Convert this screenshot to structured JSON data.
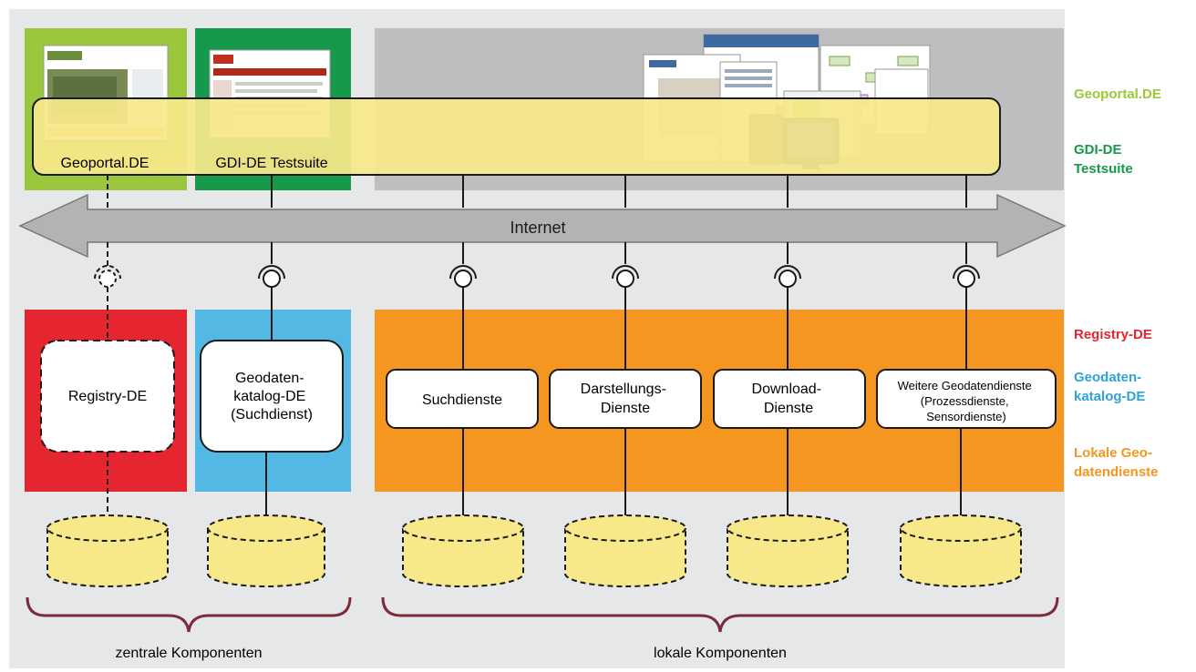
{
  "colors": {
    "panel_bg": "#e6e7e8",
    "portal_green": "#9bc73c",
    "testsuite_green": "#16994a",
    "registry_red": "#e52530",
    "catalog_blue": "#53b8e4",
    "local_orange": "#f4961f",
    "bar_yellow": "#f7e88a",
    "db_yellow": "#f7e88a",
    "brace_color": "#7b2b3c",
    "internet_gray": "#bbbbbb"
  },
  "clients": {
    "geoportal_label": "Geoportal.DE",
    "testsuite_label": "GDI-DE Testsuite"
  },
  "internet": {
    "label": "Internet"
  },
  "central": {
    "registry_label": "Registry-DE",
    "catalog_label": [
      "Geodaten-",
      "katalog-DE",
      "(Suchdienst)"
    ]
  },
  "local_services": [
    {
      "lines": [
        "Suchdienste"
      ]
    },
    {
      "lines": [
        "Darstellungs-",
        "Dienste"
      ]
    },
    {
      "lines": [
        "Download-",
        "Dienste"
      ]
    },
    {
      "lines": [
        "Weitere Geodatendienste",
        "(Prozessdienste,",
        "Sensordienste)"
      ]
    }
  ],
  "groups": {
    "central_label": "zentrale Komponenten",
    "local_label": "lokale Komponenten"
  },
  "legend": [
    {
      "lines": [
        "Geoportal.DE"
      ],
      "color": "#9bc73c"
    },
    {
      "lines": [
        "GDI-DE",
        "Testsuite"
      ],
      "color": "#16994a"
    },
    {
      "lines": [
        "Registry-DE"
      ],
      "color": "#e52530"
    },
    {
      "lines": [
        "Geodaten-",
        "katalog-DE"
      ],
      "color": "#2fa3d6"
    },
    {
      "lines": [
        "Lokale Geo-",
        "datendienste"
      ],
      "color": "#f4961f"
    }
  ]
}
